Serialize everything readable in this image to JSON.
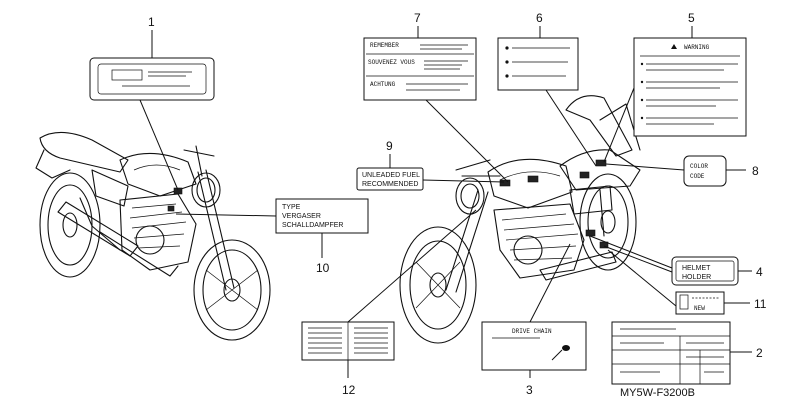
{
  "labels": {
    "l1": {
      "number": "1"
    },
    "l2": {
      "number": "2"
    },
    "l3": {
      "number": "3",
      "text": "DRIVE CHAIN"
    },
    "l4": {
      "number": "4",
      "line1": "HELMET",
      "line2": "HOLDER"
    },
    "l5": {
      "number": "5",
      "text": "WARNING"
    },
    "l6": {
      "number": "6"
    },
    "l7": {
      "number": "7",
      "line1": "REMEMBER",
      "line2": "SOUVENEZ VOUS",
      "line3": "ACHTUNG"
    },
    "l8": {
      "number": "8",
      "line1": "COLOR",
      "line2": "CODE"
    },
    "l9": {
      "number": "9",
      "line1": "UNLEADED FUEL",
      "line2": "RECOMMENDED"
    },
    "l10": {
      "number": "10",
      "line1": "TYPE",
      "line2": "VERGASER",
      "line3": "SCHALLDAMPFER"
    },
    "l11": {
      "number": "11",
      "text": "NEW"
    },
    "l12": {
      "number": "12"
    }
  },
  "diagram_code": "MY5W-F3200B"
}
